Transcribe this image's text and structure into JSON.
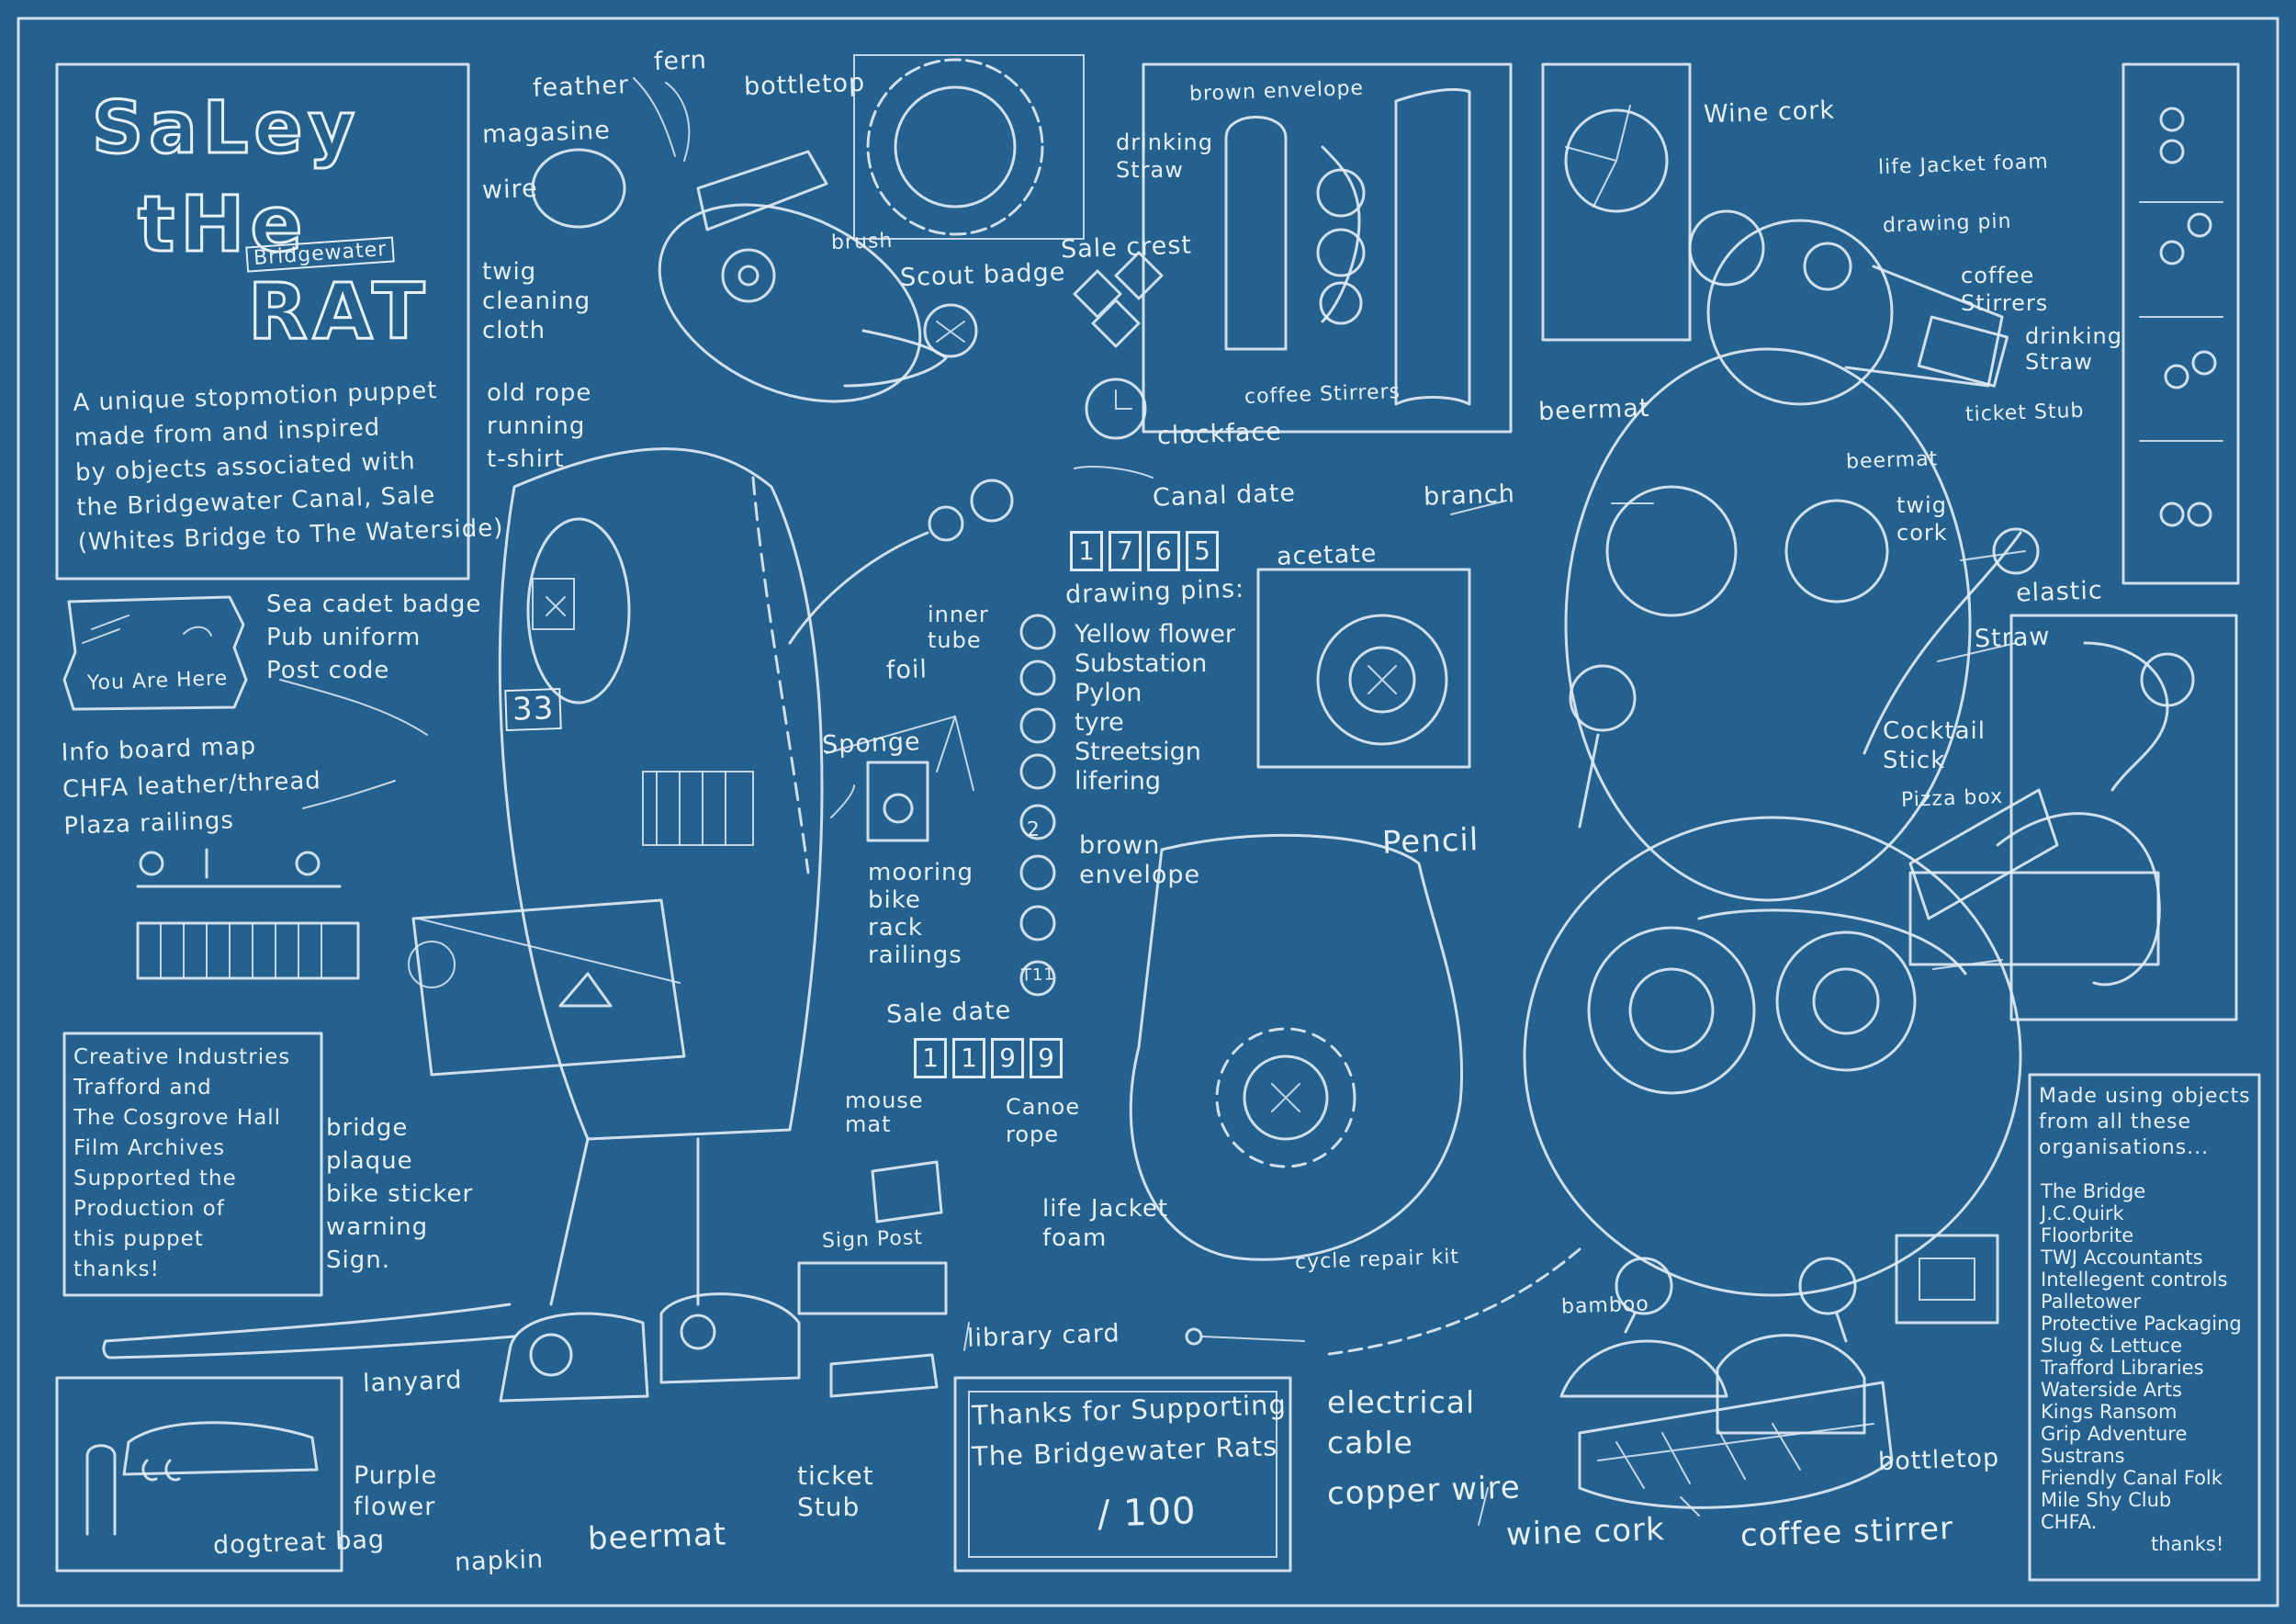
{
  "title": {
    "line1": "SaLey",
    "line2": "tHe",
    "subtitle": "Bridgewater",
    "line3": "RAT"
  },
  "intro": "A unique stopmotion puppet\nmade from and inspired\nby objects associated with\nthe Bridgewater Canal, Sale\n(Whites Bridge to The Waterside)",
  "credits_note": "Creative Industries\nTrafford and\nThe Cosgrove Hall\nFilm Archives\nSupported the\nProduction of\nthis puppet\nthanks!",
  "map_label": "You Are Here",
  "thanks_box": {
    "line1": "Thanks for Supporting",
    "line2": "The Bridgewater Rats",
    "edition": "/ 100"
  },
  "canal_date": {
    "label": "Canal date",
    "digits": [
      "1",
      "7",
      "6",
      "5"
    ]
  },
  "sale_date": {
    "label": "Sale date",
    "digits": [
      "1",
      "1",
      "9",
      "9"
    ]
  },
  "drawing_pins": {
    "label": "drawing pins:",
    "items": [
      "Yellow flower",
      "Substation",
      "Pylon",
      "tyre",
      "Streetsign",
      "lifering"
    ],
    "badge_number": "2",
    "badge_code": "T11"
  },
  "jersey_number": "33",
  "organisations": {
    "heading": "Made using objects\nfrom all these\norganisations...",
    "items": [
      "The Bridge",
      "J.C.Quirk",
      "Floorbrite",
      "TWJ Accountants",
      "Intellegent controls",
      "Palletower",
      "Protective Packaging",
      "Slug & Lettuce",
      "Trafford Libraries",
      "Waterside Arts",
      "Kings Ransom",
      "Grip Adventure",
      "Sustrans",
      "Friendly Canal Folk",
      "Mile Shy Club",
      "CHFA.",
      "thanks!"
    ]
  },
  "labels": {
    "feather": "feather",
    "fern": "fern",
    "bottletop": "bottletop",
    "magazine": "magasine",
    "wire": "wire",
    "brush": "brush",
    "scout_badge": "Scout badge",
    "sale_crest": "Sale crest",
    "twig_cloth": "twig\ncleaning\ncloth",
    "old_rope": "old rope\nrunning\nt-shirt",
    "clockface": "clockface",
    "brown_envelope_top": "brown envelope",
    "drinking_straw_top": "drinking\nStraw",
    "coffee_stirrers_top": "coffee Stirrers",
    "wine_cork_top": "Wine cork",
    "life_jacket_foam_top": "life Jacket foam",
    "drawing_pin": "drawing pin",
    "coffee_stirrers_right": "coffee\nStirrers",
    "drinking_straw_right": "drinking\nStraw",
    "ticket_stub_right": "ticket Stub",
    "beermat_center": "beermat",
    "beermat_right": "beermat",
    "branch": "branch",
    "twig_cork": "twig\ncork",
    "elastic": "elastic",
    "straw": "Straw",
    "acetate": "acetate",
    "cocktail_stick": "Cocktail\nStick",
    "pizza_box": "Pizza box",
    "pencil": "Pencil",
    "sea_cadet": "Sea cadet badge\nPub uniform\nPost code",
    "info_board": "Info board map\nCHFA leather/thread\nPlaza railings",
    "inner_tube": "inner\ntube",
    "foil": "foil",
    "sponge": "Sponge",
    "mooring": "mooring\nbike\nrack\nrailings",
    "brown_envelope_mid": "brown\nenvelope",
    "mouse_mat": "mouse\nmat",
    "canoe_rope": "Canoe\nrope",
    "sign_post": "Sign Post",
    "life_jacket_foam_mid": "life Jacket\nfoam",
    "cycle_repair": "cycle repair kit",
    "bridge_plaque": "bridge\nplaque\nbike sticker\nwarning\nSign.",
    "library_card": "library card",
    "bamboo": "bamboo",
    "electrical_cable": "electrical\ncable",
    "copper_wire": "copper wire",
    "wine_cork_bottom": "wine cork",
    "coffee_stirrer_bottom": "coffee stirrer",
    "bottletop_bottom": "bottletop",
    "lanyard": "lanyard",
    "purple_flower": "Purple\nflower",
    "dogtreat_bag": "dogtreat bag",
    "napkin": "napkin",
    "beermat_bottom": "beermat",
    "ticket_stub_bottom": "ticket\nStub"
  }
}
